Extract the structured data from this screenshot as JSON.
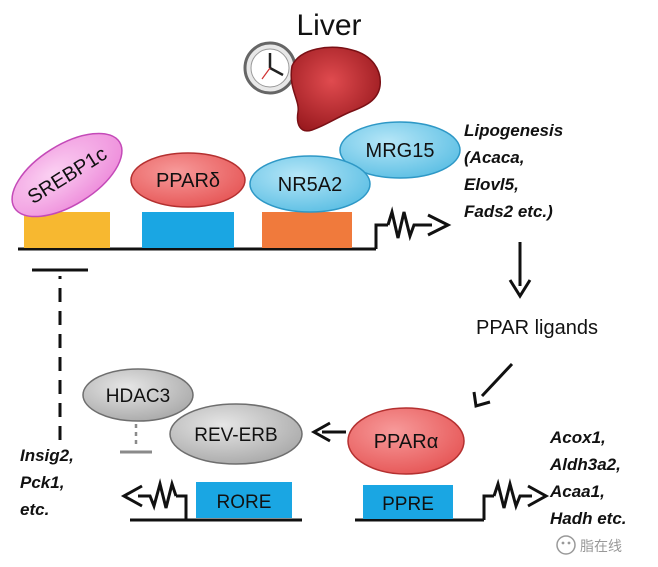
{
  "title": "Liver",
  "factors": {
    "srebp1c": "SREBP1c",
    "ppar_delta": "PPARδ",
    "nr5a2": "NR5A2",
    "mrg15": "MRG15",
    "hdac3": "HDAC3",
    "rev_erb": "REV-ERB",
    "ppar_alpha": "PPARα"
  },
  "elements": {
    "rore": "RORE",
    "ppre": "PPRE"
  },
  "lipogenesis": [
    "Lipogenesis",
    "(Acaca,",
    "Elovl5,",
    "Fads2 etc.)"
  ],
  "ppar_ligands": "PPAR ligands",
  "oxidation_genes": [
    "Acox1,",
    "Aldh3a2,",
    "Acaa1,",
    "Hadh etc."
  ],
  "insig_genes": [
    "Insig2,",
    "Pck1,",
    "etc."
  ],
  "watermark": "脂在线",
  "colors": {
    "srebp_fill": "#f4a6e4",
    "srebp_stroke": "#c44ab8",
    "ppar_fill": "#ef6a6a",
    "ppar_stroke": "#b43030",
    "blue_fill": "#7ecdea",
    "blue_stroke": "#2e98c6",
    "gray_fill": "#c8c8c8",
    "gray_stroke": "#6e6e6e",
    "box_yellow": "#f7b830",
    "box_blue": "#1aa6e3",
    "box_orange": "#f07a3c",
    "liver": "#c0272d"
  }
}
